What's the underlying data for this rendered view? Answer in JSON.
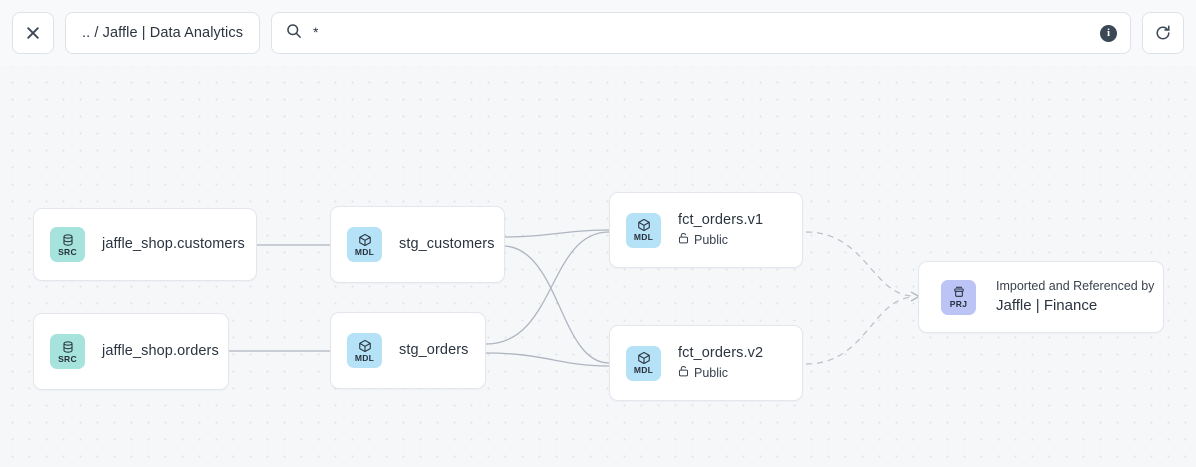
{
  "toolbar": {
    "close_label": "×",
    "close_icon": "close-icon",
    "breadcrumb": ".. / Jaffle | Data Analytics",
    "search": {
      "icon": "search-icon",
      "value": "*",
      "placeholder": "*",
      "info_icon": "info-icon",
      "info_label": "i"
    },
    "refresh_icon": "refresh-icon"
  },
  "graph": {
    "nodes": [
      {
        "id": "jaffle_shop.customers",
        "badge": "SRC",
        "badge_icon": "database-icon",
        "badge_color": "#a6e3dc",
        "title": "jaffle_shop.customers"
      },
      {
        "id": "jaffle_shop.orders",
        "badge": "SRC",
        "badge_icon": "database-icon",
        "badge_color": "#a6e3dc",
        "title": "jaffle_shop.orders"
      },
      {
        "id": "stg_customers",
        "badge": "MDL",
        "badge_icon": "cube-icon",
        "badge_color": "#b6e2f7",
        "title": "stg_customers"
      },
      {
        "id": "stg_orders",
        "badge": "MDL",
        "badge_icon": "cube-icon",
        "badge_color": "#b6e2f7",
        "title": "stg_orders"
      },
      {
        "id": "fct_orders.v1",
        "badge": "MDL",
        "badge_icon": "cube-icon",
        "badge_color": "#b6e2f7",
        "title": "fct_orders.v1",
        "access_icon": "unlocked-padlock-icon",
        "access": "Public"
      },
      {
        "id": "fct_orders.v2",
        "badge": "MDL",
        "badge_icon": "cube-icon",
        "badge_color": "#b6e2f7",
        "title": "fct_orders.v2",
        "access_icon": "unlocked-padlock-icon",
        "access": "Public"
      },
      {
        "id": "jaffle_finance",
        "badge": "PRJ",
        "badge_icon": "project-box-icon",
        "badge_color": "#bcc4f5",
        "overline": "Imported and Referenced by",
        "title": "Jaffle | Finance"
      }
    ],
    "edge_color": "#aab2bf",
    "edge_dashed_color": "#b9bfca"
  }
}
